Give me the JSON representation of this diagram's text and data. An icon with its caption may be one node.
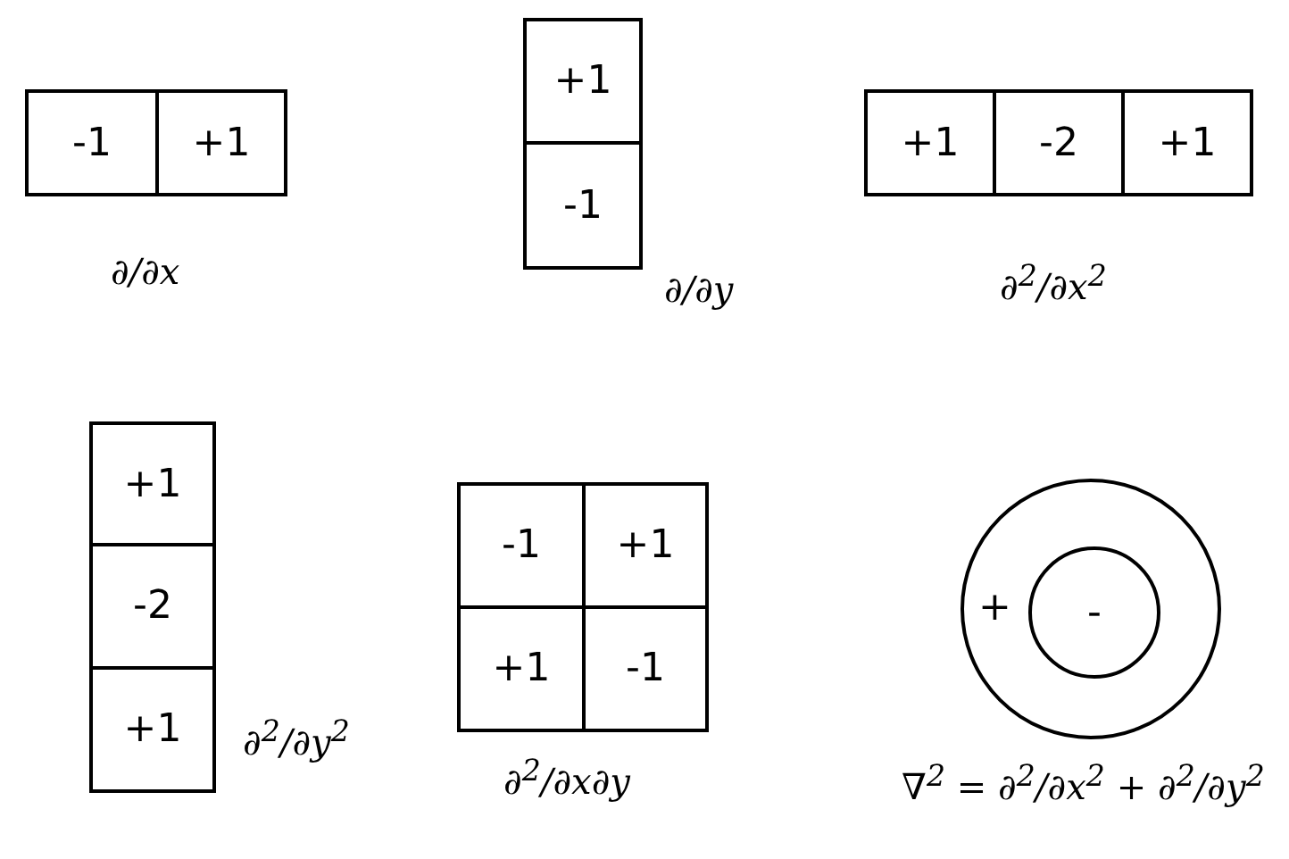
{
  "diagram": {
    "nodes": [
      {
        "text": [
          "-1"
        ]
      },
      {
        "text": [
          "+1"
        ]
      },
      {
        "text": [
          "+1"
        ]
      },
      {
        "text": [
          "-1"
        ]
      },
      {
        "text": [
          "+1"
        ]
      },
      {
        "text": [
          "-2"
        ]
      },
      {
        "text": [
          "+1"
        ]
      },
      {
        "text": [
          "+1"
        ]
      },
      {
        "text": [
          "-2"
        ]
      },
      {
        "text": [
          "+1"
        ]
      },
      {
        "text": [
          "-1"
        ]
      },
      {
        "text": [
          "+1"
        ]
      },
      {
        "text": [
          "+1"
        ]
      },
      {
        "text": [
          "-1"
        ]
      },
      {
        "text": [
          "+"
        ]
      },
      {
        "text": [
          "-"
        ],
        "in": 14
      }
    ],
    "edges": [],
    "labels": [
      "∂/∂x",
      "∂/∂y",
      "∂$^{2}$/∂x$^{2}$",
      "∂$^{2}$/∂y$^{2}$",
      "∂$^{2}$/∂x∂y",
      "∇$^{2}$ = ∂$^{2}$/∂x$^{2}$ + ∂$^{2}$/∂y$^{2}$"
    ]
  }
}
